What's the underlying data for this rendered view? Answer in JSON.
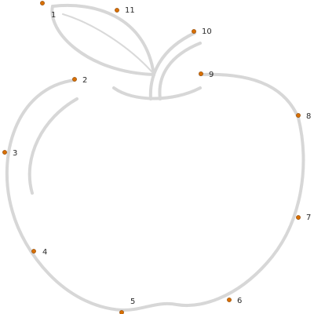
{
  "puzzle": {
    "dot_color": "#d86f00",
    "line_color": "#d7d7d7",
    "points": [
      {
        "label": "1"
      },
      {
        "label": "2"
      },
      {
        "label": "3"
      },
      {
        "label": "4"
      },
      {
        "label": "5"
      },
      {
        "label": "6"
      },
      {
        "label": "7"
      },
      {
        "label": "8"
      },
      {
        "label": "9"
      },
      {
        "label": "10"
      },
      {
        "label": "11"
      }
    ]
  }
}
